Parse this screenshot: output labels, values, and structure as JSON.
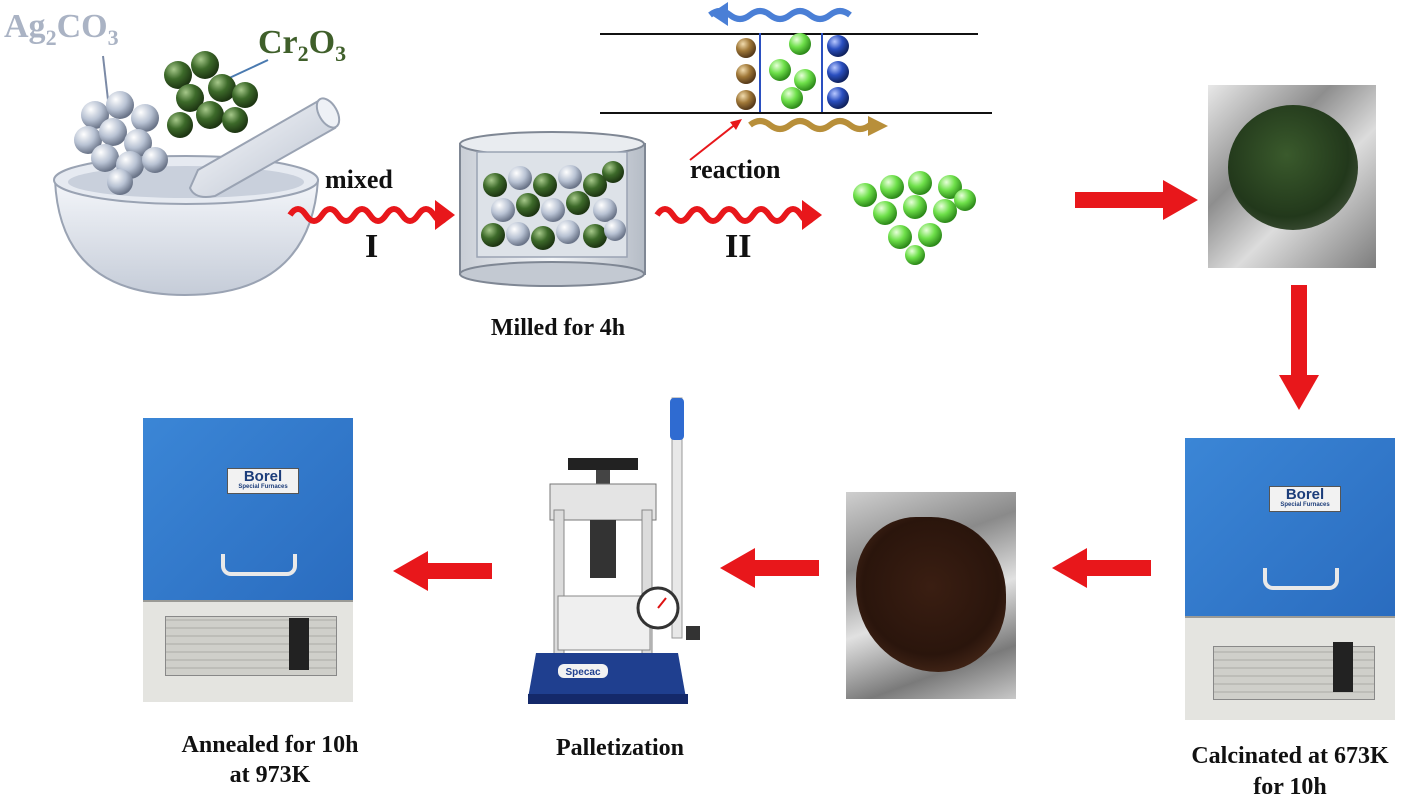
{
  "reactants": {
    "ag": {
      "main": "Ag",
      "sub1": "2",
      "mid": "CO",
      "sub2": "3",
      "color": "#aab3c4"
    },
    "cr": {
      "main": "Cr",
      "sub1": "2",
      "mid": "O",
      "sub2": "3",
      "color": "#3f5f2a"
    }
  },
  "steps": {
    "mixed": "mixed",
    "step1": "I",
    "reaction": "reaction",
    "step2": "II",
    "milled": "Milled for 4h",
    "calcinated_line1": "Calcinated at 673K",
    "calcinated_line2": "for 10h",
    "palletization": "Palletization",
    "annealed_line1": "Annealed for 10h",
    "annealed_line2": "at 973K"
  },
  "furnace": {
    "brand": "Borel",
    "subtitle": "Special Furnaces"
  },
  "press": {
    "brand": "Specac"
  },
  "colors": {
    "arrow": "#e8171b",
    "silver": "#b8c2d3",
    "chromium": "#3d6a2a",
    "product": "#6ee04a",
    "furnace_blue": "#2f78c8",
    "blue_ball": "#2a4fc0",
    "brown_ball": "#a07838"
  }
}
